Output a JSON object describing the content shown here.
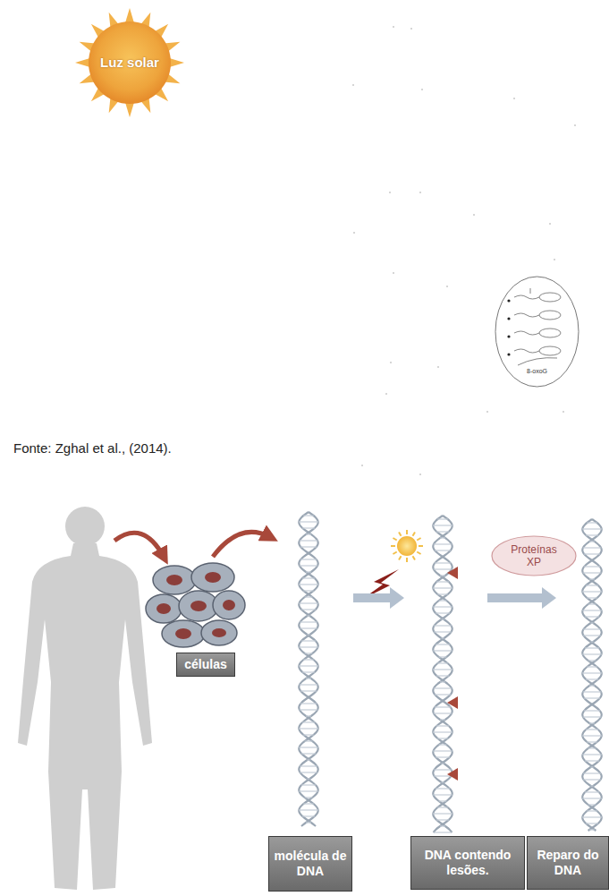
{
  "diagram": {
    "nodes": [
      {
        "text": [
          "Luz solar"
        ]
      },
      {
        "text": [
          "8-oxoG"
        ]
      },
      {
        "text": [
          "células"
        ]
      },
      {
        "text": [
          "Proteínas XP"
        ]
      },
      {
        "text": [
          "molécula de DNA"
        ]
      },
      {
        "text": [
          "DNA contendo lesões."
        ]
      },
      {
        "text": [
          "Reparo do DNA"
        ]
      }
    ],
    "labels": [
      "Fonte: Zghal et al., (2014)."
    ]
  }
}
